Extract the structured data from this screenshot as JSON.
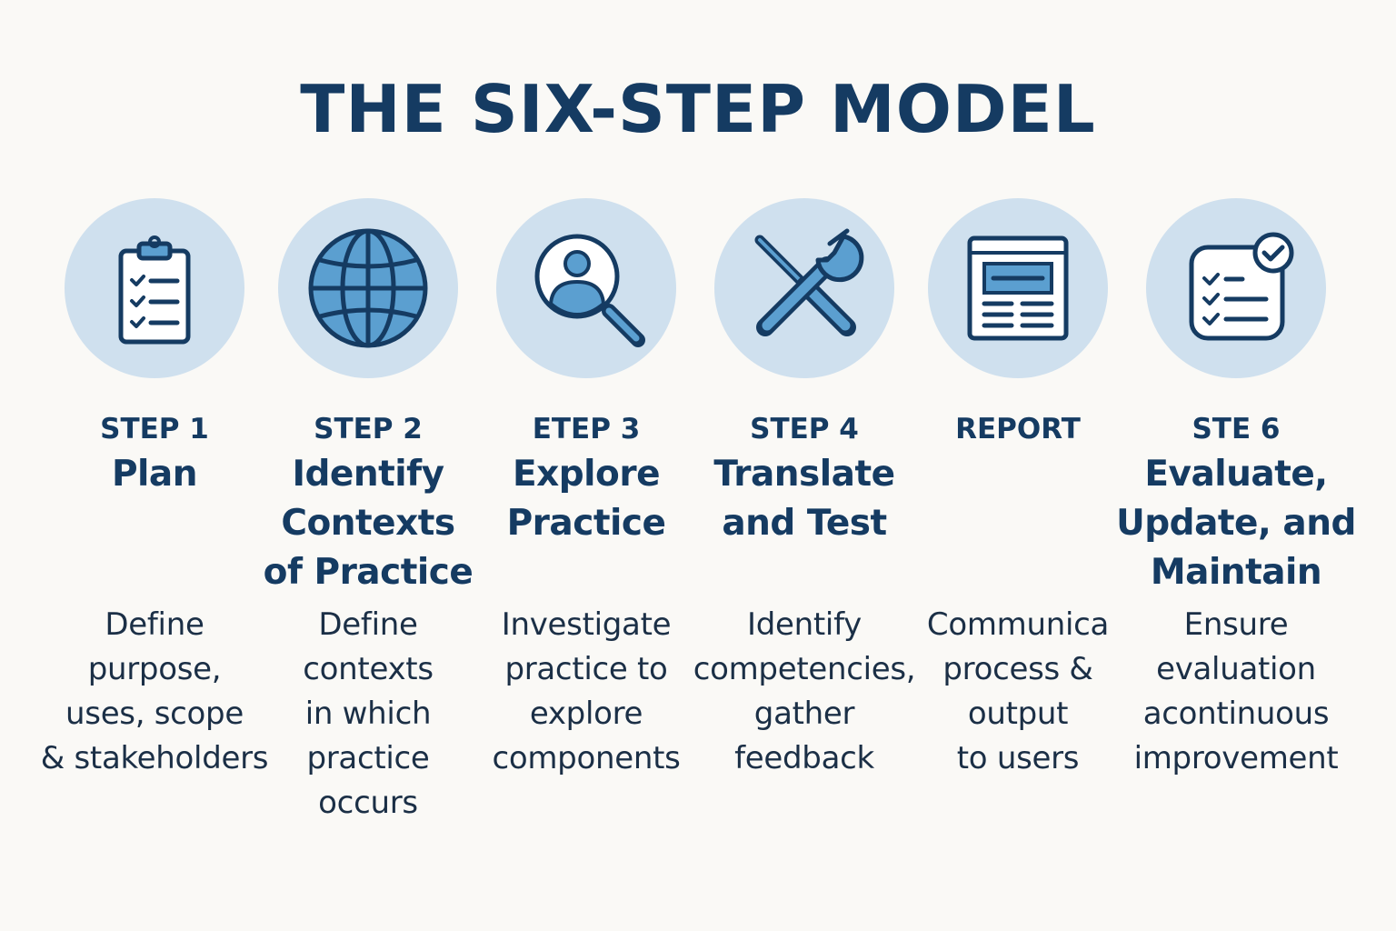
{
  "title": "THE SIX-STEP MODEL",
  "colors": {
    "navy": "#153b62",
    "circle": "#cfe0ee",
    "icon_fill": "#5b9fd0",
    "background": "#faf9f6"
  },
  "steps": [
    {
      "label": "STEP 1",
      "title": "Plan",
      "description": "Define\npurpose,\nuses, scope\n& stakeholders",
      "icon": "clipboard-checklist-icon"
    },
    {
      "label": "STEP 2",
      "title": "Identify\nContexts\nof Practice",
      "description": "Define\ncontexts\nin which\npractice\noccurs",
      "icon": "globe-icon"
    },
    {
      "label": "ETEP 3",
      "title": "Explore\nPractice",
      "description": "Investigate\npractice to\nexplore\ncomponents",
      "icon": "magnifier-person-icon"
    },
    {
      "label": "STEP 4",
      "title": "Translate\nand Test",
      "description": "Identify\ncompetencies,\ngather\nfeedback",
      "icon": "wrench-screwdriver-icon"
    },
    {
      "label": "REPORT",
      "title": "",
      "description": "Communica\nprocess &\noutput\nto users",
      "icon": "report-document-icon"
    },
    {
      "label": "STE 6",
      "title": "Evaluate,\nUpdate, and\nMaintain",
      "description": "Ensure\nevaluation\nacontinuous\nimprovement",
      "icon": "checklist-badge-icon"
    }
  ]
}
